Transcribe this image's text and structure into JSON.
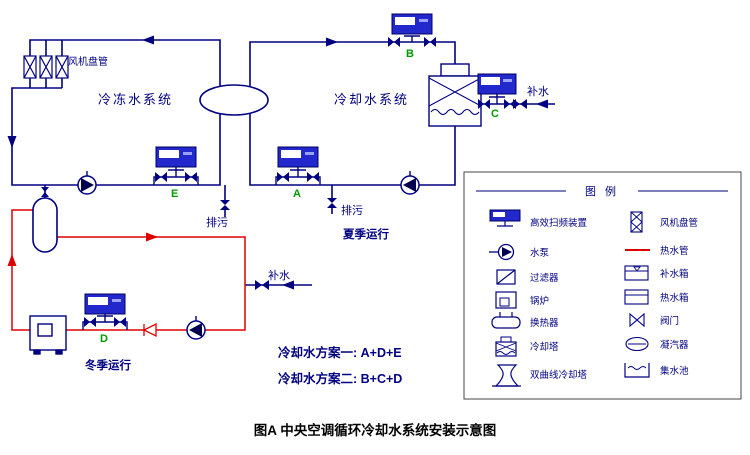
{
  "figure_title": "图A 中央空调循环冷却水系统安装示意图",
  "diagram": {
    "fan_coil_label": "风机盘管",
    "chilled_system_label": "冷冻水系统",
    "cooling_system_label": "冷却水系统",
    "makeup_top_label": "补水",
    "makeup_bottom_label": "补水",
    "blowdown_left_label": "排污",
    "blowdown_right_label": "排污",
    "summer_run_label": "夏季运行",
    "winter_run_label": "冬季运行",
    "devices": {
      "a": "A",
      "b": "B",
      "c": "C",
      "d": "D",
      "e": "E"
    },
    "scheme_one": "冷却水方案一: A+D+E",
    "scheme_two": "冷却水方案二: B+C+D"
  },
  "legend": {
    "title": "图 例",
    "left_items": [
      {
        "icon": "sweep-device-icon",
        "label": "高效扫频装置"
      },
      {
        "icon": "pump-icon",
        "label": "水泵"
      },
      {
        "icon": "filter-icon",
        "label": "过滤器"
      },
      {
        "icon": "boiler-icon",
        "label": "锅炉"
      },
      {
        "icon": "heat-exchanger-icon",
        "label": "换热器"
      },
      {
        "icon": "cooling-tower-icon",
        "label": "冷却塔"
      },
      {
        "icon": "hyperbolic-cooling-tower-icon",
        "label": "双曲线冷却塔"
      }
    ],
    "right_items": [
      {
        "icon": "fan-coil-icon",
        "label": "风机盘管"
      },
      {
        "icon": "hot-water-pipe-icon",
        "label": "热水管"
      },
      {
        "icon": "makeup-tank-icon",
        "label": "补水箱"
      },
      {
        "icon": "hot-water-tank-icon",
        "label": "热水箱"
      },
      {
        "icon": "valve-icon",
        "label": "阀门"
      },
      {
        "icon": "condenser-icon",
        "label": "凝汽器"
      },
      {
        "icon": "collection-pool-icon",
        "label": "集水池"
      }
    ]
  },
  "colors": {
    "pipe": "#000080",
    "hot_water_pipe": "#dd0000",
    "device_body": "#2228cc",
    "device_screen": "#ffffff",
    "device_letter": "#009900",
    "text": "#000080",
    "title_text": "#000000"
  }
}
